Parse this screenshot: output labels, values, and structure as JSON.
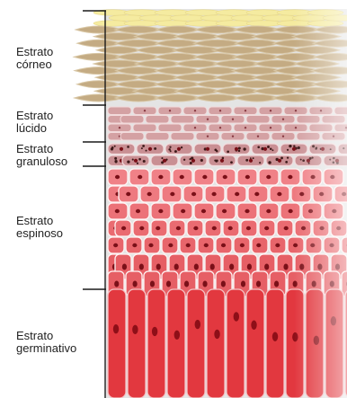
{
  "diagram": {
    "type": "skin epidermis layers",
    "layers": [
      {
        "key": "corneo",
        "label": "Estrato\ncórneo",
        "color": "#C4AB83"
      },
      {
        "key": "lucido",
        "label": "Estrato\nlúcido",
        "color": "#D4A1A3"
      },
      {
        "key": "granuloso",
        "label": "Estrato\ngranuloso",
        "color": "#C98F93"
      },
      {
        "key": "espinoso",
        "label": "Estrato\nespinoso",
        "color": "#EE6E74"
      },
      {
        "key": "germinativo",
        "label": "Estrato\ngerminativo",
        "color": "#E2383F"
      }
    ],
    "colors": {
      "surface": "#F5EBA0",
      "nucleus": "#7A1018",
      "granules": "#3D1A1A",
      "cell_outline": "#FFF4F4",
      "line": "#1A1A1A"
    }
  }
}
